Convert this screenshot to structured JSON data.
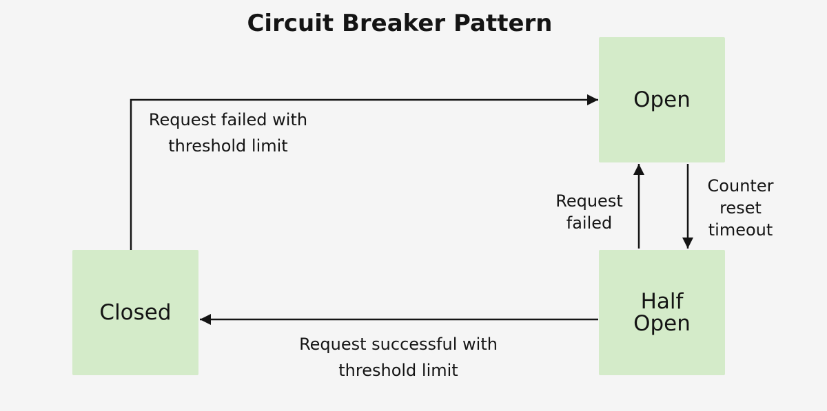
{
  "title": "Circuit Breaker Pattern",
  "states": {
    "open": "Open",
    "closed": "Closed",
    "half_open": [
      "Half",
      "Open"
    ]
  },
  "transitions": {
    "closed_to_open": [
      "Request failed with",
      "threshold limit"
    ],
    "half_open_to_open": [
      "Request",
      "failed"
    ],
    "open_to_half_open": [
      "Counter",
      "reset",
      "timeout"
    ],
    "half_open_to_closed": [
      "Request successful with",
      "threshold limit"
    ]
  },
  "colors": {
    "state_fill": "#d4ebc9",
    "background": "#f5f5f5",
    "line": "#141414"
  }
}
